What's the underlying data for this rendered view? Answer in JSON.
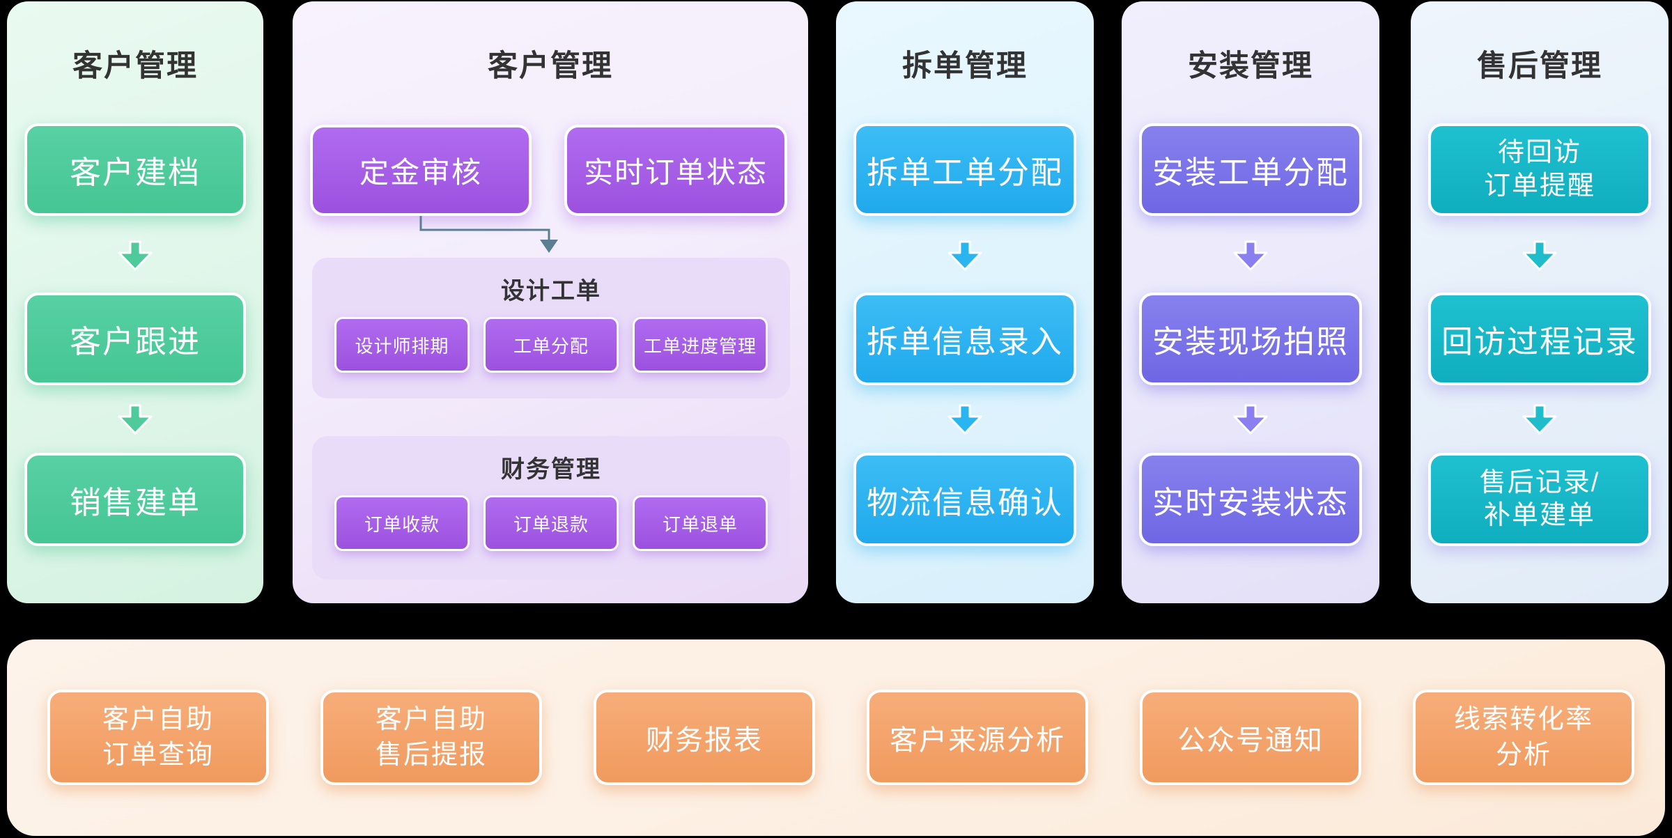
{
  "colors": {
    "page_bg": "#000000",
    "header_text": "#333333",
    "box_text": "#ffffff",
    "green_accent": "#4ecb9b",
    "purple_accent": "#a660e8",
    "blue_accent": "#2ab5f2",
    "violet_accent": "#7b72e9",
    "teal_accent": "#13b8c7",
    "orange_accent": "#f5a46d",
    "connector": "#5b7e92",
    "panel1_bg": "#e2f7eb",
    "panel2_bg": "#f4eefc",
    "subpanel_bg": "#e9dcf8",
    "panel3_bg": "#e0f4fd",
    "panel4_bg": "#eceafb",
    "panel5_bg": "#e8f1fa",
    "bottom_bar_bg": "#fdf0e4"
  },
  "panels": [
    {
      "title": "客户管理",
      "steps": [
        "客户建档",
        "客户跟进",
        "销售建单"
      ]
    },
    {
      "title": "客户管理",
      "top_boxes": [
        "定金审核",
        "实时订单状态"
      ],
      "groups": [
        {
          "title": "设计工单",
          "items": [
            "设计师排期",
            "工单分配",
            "工单进度管理"
          ]
        },
        {
          "title": "财务管理",
          "items": [
            "订单收款",
            "订单退款",
            "订单退单"
          ]
        }
      ]
    },
    {
      "title": "拆单管理",
      "steps": [
        "拆单工单分配",
        "拆单信息录入",
        "物流信息确认"
      ]
    },
    {
      "title": "安装管理",
      "steps": [
        "安装工单分配",
        "安装现场拍照",
        "实时安装状态"
      ]
    },
    {
      "title": "售后管理",
      "steps": [
        "待回访\n订单提醒",
        "回访过程记录",
        "售后记录/\n补单建单"
      ]
    }
  ],
  "bottom_bar": {
    "items": [
      "客户自助\n订单查询",
      "客户自助\n售后提报",
      "财务报表",
      "客户来源分析",
      "公众号通知",
      "线索转化率\n分析"
    ]
  }
}
